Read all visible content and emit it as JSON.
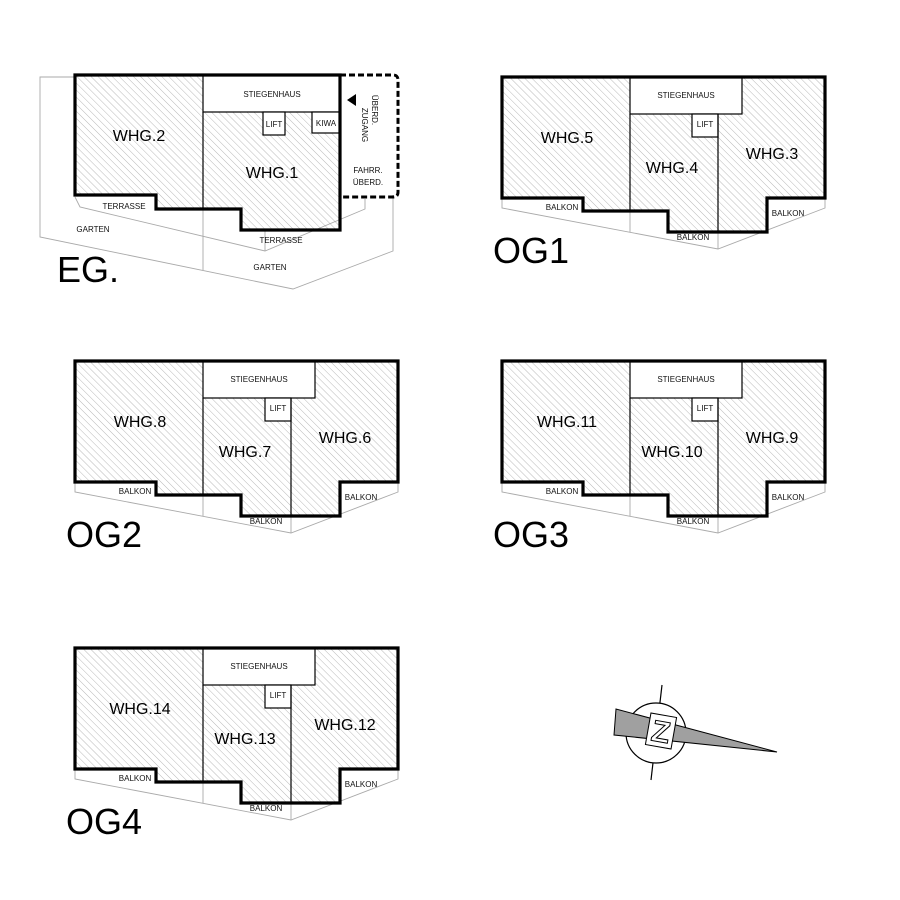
{
  "eg": {
    "floor_label": "EG.",
    "units": [
      "WHG.2",
      "WHG.1"
    ],
    "stiegenhaus": "STIEGENHAUS",
    "lift": "LIFT",
    "kiwa": "KIWA",
    "zugang": [
      "ZUGANG",
      "ÜBERD."
    ],
    "fahrrad": [
      "FAHRR.",
      "ÜBERD."
    ],
    "terrasse": [
      "TERRASSE",
      "TERRASSE"
    ],
    "garten": [
      "GARTEN",
      "GARTEN"
    ]
  },
  "og": [
    {
      "floor_label": "OG1",
      "units": [
        "WHG.5",
        "WHG.4",
        "WHG.3"
      ],
      "stiegenhaus": "STIEGENHAUS",
      "lift": "LIFT",
      "balkon": [
        "BALKON",
        "BALKON",
        "BALKON"
      ]
    },
    {
      "floor_label": "OG2",
      "units": [
        "WHG.8",
        "WHG.7",
        "WHG.6"
      ],
      "stiegenhaus": "STIEGENHAUS",
      "lift": "LIFT",
      "balkon": [
        "BALKON",
        "BALKON",
        "BALKON"
      ]
    },
    {
      "floor_label": "OG3",
      "units": [
        "WHG.11",
        "WHG.10",
        "WHG.9"
      ],
      "stiegenhaus": "STIEGENHAUS",
      "lift": "LIFT",
      "balkon": [
        "BALKON",
        "BALKON",
        "BALKON"
      ]
    },
    {
      "floor_label": "OG4",
      "units": [
        "WHG.14",
        "WHG.13",
        "WHG.12"
      ],
      "stiegenhaus": "STIEGENHAUS",
      "lift": "LIFT",
      "balkon": [
        "BALKON",
        "BALKON",
        "BALKON"
      ]
    }
  ],
  "compass": {
    "letter": "Z",
    "fill": "#a0a0a0"
  }
}
